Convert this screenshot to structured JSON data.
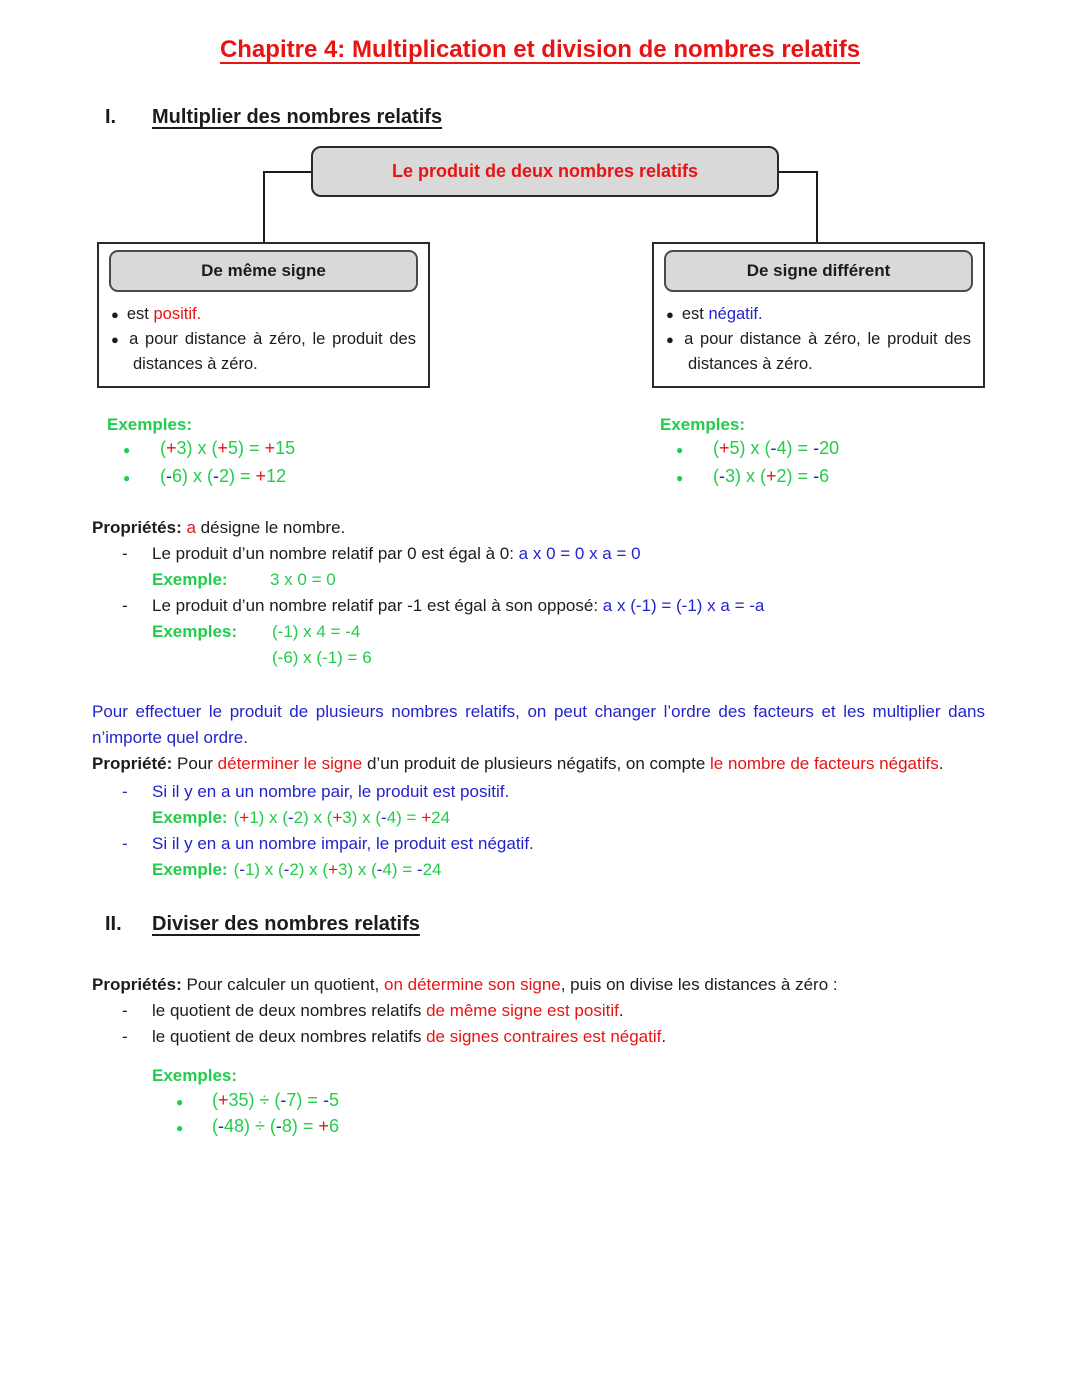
{
  "title": "Chapitre 4: Multiplication et division de nombres relatifs",
  "section1": {
    "numeral": "I.",
    "title": "Multiplier des nombres relatifs"
  },
  "section2": {
    "numeral": "II.",
    "title": "Diviser des nombres relatifs"
  },
  "colors": {
    "accent_red": "#e81414",
    "accent_blue": "#2323cd",
    "accent_green": "#22cd4b",
    "box_fill": "#d9d9d9"
  },
  "diagram": {
    "root_label": "Le produit de deux nombres relatifs",
    "same_sign": {
      "header": "De même signe",
      "bullet1": [
        {
          "t": "est "
        },
        {
          "t": "positif.",
          "c": "red"
        }
      ],
      "bullet2": [
        {
          "t": "a pour distance à zéro, le produit des distances à zéro."
        }
      ]
    },
    "diff_sign": {
      "header": "De signe différent",
      "bullet1": [
        {
          "t": "est "
        },
        {
          "t": "négatif.",
          "c": "blue"
        }
      ],
      "bullet2": [
        {
          "t": "a pour distance à zéro, le produit des distances à zéro."
        }
      ]
    }
  },
  "examples_same": {
    "label": "Exemples:",
    "bullet_glyph": "●",
    "item1": [
      {
        "t": "(",
        "c": "green"
      },
      {
        "t": "+",
        "c": "red"
      },
      {
        "t": "3) x (",
        "c": "green"
      },
      {
        "t": "+",
        "c": "red"
      },
      {
        "t": "5) = ",
        "c": "green"
      },
      {
        "t": "+",
        "c": "red"
      },
      {
        "t": "15",
        "c": "green"
      }
    ],
    "item2": [
      {
        "t": "(",
        "c": "green"
      },
      {
        "t": "-",
        "c": "blue"
      },
      {
        "t": "6) x (",
        "c": "green"
      },
      {
        "t": "-",
        "c": "blue"
      },
      {
        "t": "2) = ",
        "c": "green"
      },
      {
        "t": "+",
        "c": "red"
      },
      {
        "t": "12",
        "c": "green"
      }
    ]
  },
  "examples_diff": {
    "label": "Exemples:",
    "bullet_glyph": "●",
    "item1": [
      {
        "t": "(",
        "c": "green"
      },
      {
        "t": "+",
        "c": "red"
      },
      {
        "t": "5) x (",
        "c": "green"
      },
      {
        "t": "-",
        "c": "blue"
      },
      {
        "t": "4) = ",
        "c": "green"
      },
      {
        "t": "-",
        "c": "blue"
      },
      {
        "t": "20",
        "c": "green"
      }
    ],
    "item2": [
      {
        "t": "(",
        "c": "green"
      },
      {
        "t": "-",
        "c": "blue"
      },
      {
        "t": "3) x (",
        "c": "green"
      },
      {
        "t": "+",
        "c": "red"
      },
      {
        "t": "2) = ",
        "c": "green"
      },
      {
        "t": "-",
        "c": "blue"
      },
      {
        "t": "6",
        "c": "green"
      }
    ]
  },
  "properties1": {
    "intro": [
      {
        "t": "Propriétés: ",
        "b": true
      },
      {
        "t": "a",
        "c": "red"
      },
      {
        "t": " désigne le nombre."
      }
    ],
    "item1": {
      "dash": "-",
      "text": [
        {
          "t": "Le produit d’un nombre relatif par 0 est égal à 0: "
        },
        {
          "t": "a x 0 = 0 x a = 0",
          "c": "blue"
        }
      ],
      "example_label": "Exemple:",
      "example": [
        {
          "t": "3 x 0 = 0",
          "c": "green"
        }
      ]
    },
    "item2": {
      "dash": "-",
      "text": [
        {
          "t": "Le produit d’un nombre relatif par -1 est égal à son opposé: "
        },
        {
          "t": "a x (-1) = (-1) x a = -a",
          "c": "blue"
        }
      ],
      "example_label": "Exemples:",
      "example1": [
        {
          "t": "(-1) x 4 = -4",
          "c": "green"
        }
      ],
      "example2": [
        {
          "t": "(-6) x (-1) = 6",
          "c": "green"
        }
      ]
    }
  },
  "paragraph_blue": [
    {
      "t": "Pour effectuer le produit de plusieurs nombres relatifs, on peut changer l’ordre des facteurs et les multiplier dans n’importe quel ordre.",
      "c": "blue"
    }
  ],
  "property2": {
    "text": [
      {
        "t": "Propriété: ",
        "b": true
      },
      {
        "t": "Pour "
      },
      {
        "t": "déterminer le signe",
        "c": "red"
      },
      {
        "t": " d’un produit de plusieurs négatifs, on compte "
      },
      {
        "t": "le nombre de facteurs négatifs",
        "c": "red"
      },
      {
        "t": "."
      }
    ],
    "item_pair": {
      "dash": "-",
      "text": [
        {
          "t": "Si il y en a un nombre pair, le produit est positif.",
          "c": "blue"
        }
      ],
      "example_label": "Exemple:",
      "example": [
        {
          "t": "(",
          "c": "green"
        },
        {
          "t": "+",
          "c": "red"
        },
        {
          "t": "1) x (",
          "c": "green"
        },
        {
          "t": "-",
          "c": "blue"
        },
        {
          "t": "2) x (",
          "c": "green"
        },
        {
          "t": "+",
          "c": "red"
        },
        {
          "t": "3) x (",
          "c": "green"
        },
        {
          "t": "-",
          "c": "blue"
        },
        {
          "t": "4) = ",
          "c": "green"
        },
        {
          "t": "+",
          "c": "red"
        },
        {
          "t": "24",
          "c": "green"
        }
      ]
    },
    "item_impair": {
      "dash": "-",
      "text": [
        {
          "t": "Si il y en a un nombre impair, le produit est négatif.",
          "c": "blue"
        }
      ],
      "example_label": "Exemple:",
      "example": [
        {
          "t": "(",
          "c": "green"
        },
        {
          "t": "-",
          "c": "blue"
        },
        {
          "t": "1) x (",
          "c": "green"
        },
        {
          "t": "-",
          "c": "blue"
        },
        {
          "t": "2) x (",
          "c": "green"
        },
        {
          "t": "+",
          "c": "red"
        },
        {
          "t": "3) x (",
          "c": "green"
        },
        {
          "t": "-",
          "c": "blue"
        },
        {
          "t": "4) = ",
          "c": "green"
        },
        {
          "t": "-",
          "c": "blue"
        },
        {
          "t": "24",
          "c": "green"
        }
      ]
    }
  },
  "properties3": {
    "intro": [
      {
        "t": "Propriétés: ",
        "b": true
      },
      {
        "t": "Pour calculer un quotient, "
      },
      {
        "t": "on détermine son signe",
        "c": "red"
      },
      {
        "t": ", puis on divise les distances à zéro :"
      }
    ],
    "item1": {
      "dash": "-",
      "text": [
        {
          "t": "le quotient de deux nombres relatifs "
        },
        {
          "t": "de même signe est positif",
          "c": "red"
        },
        {
          "t": "."
        }
      ]
    },
    "item2": {
      "dash": "-",
      "text": [
        {
          "t": "le quotient de deux nombres relatifs "
        },
        {
          "t": "de signes contraires est négatif",
          "c": "red"
        },
        {
          "t": "."
        }
      ]
    }
  },
  "examples_div": {
    "label": "Exemples:",
    "bullet_glyph": "●",
    "item1": [
      {
        "t": "(",
        "c": "green"
      },
      {
        "t": "+",
        "c": "red"
      },
      {
        "t": "35) ÷ (",
        "c": "green"
      },
      {
        "t": "-",
        "c": "blue"
      },
      {
        "t": "7) = ",
        "c": "green"
      },
      {
        "t": "-",
        "c": "blue"
      },
      {
        "t": "5",
        "c": "green"
      }
    ],
    "item2": [
      {
        "t": "(",
        "c": "green"
      },
      {
        "t": "-",
        "c": "blue"
      },
      {
        "t": "48) ÷ (",
        "c": "green"
      },
      {
        "t": "-",
        "c": "blue"
      },
      {
        "t": "8) = ",
        "c": "green"
      },
      {
        "t": "+",
        "c": "red"
      },
      {
        "t": "6",
        "c": "green"
      }
    ]
  }
}
